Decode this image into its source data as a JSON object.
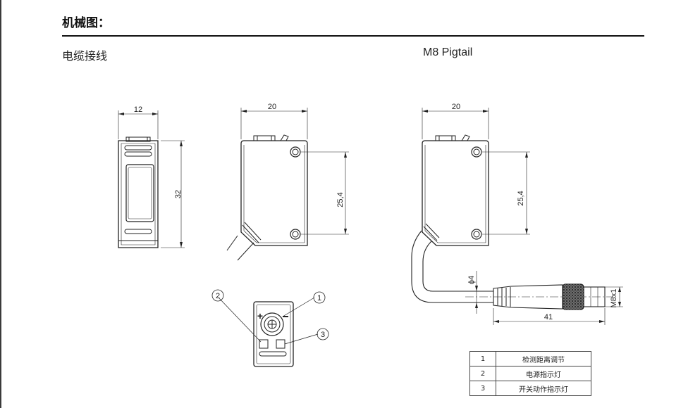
{
  "header": {
    "title": "机械图："
  },
  "sections": {
    "left_title": "电缆接线",
    "right_title": "M8 Pigtail"
  },
  "dimensions": {
    "side_width": "12",
    "side_height": "32",
    "front_width": "20",
    "front_hole_spacing": "25,4",
    "pig_width": "20",
    "pig_hole_spacing": "25,4",
    "cable_diameter": "ϕ4",
    "connector_length": "41",
    "thread": "M8x1"
  },
  "callouts": [
    "1",
    "2",
    "3"
  ],
  "legend": [
    {
      "num": "1",
      "desc": "检测距离调节"
    },
    {
      "num": "2",
      "desc": "电源指示灯"
    },
    {
      "num": "3",
      "desc": "开关动作指示灯"
    }
  ]
}
